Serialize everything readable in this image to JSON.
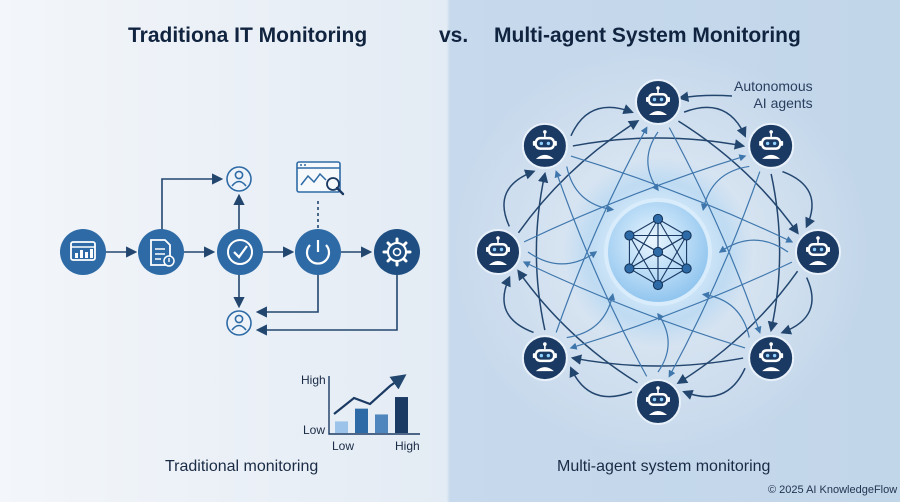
{
  "header": {
    "left_title": "Traditiona IT Monitoring",
    "vs": "vs.",
    "right_title": "Multi-agent System Monitoring"
  },
  "left_panel": {
    "caption": "Traditional monitoring",
    "flow_icons": [
      "dashboard-icon",
      "report-alert-icon",
      "checkmark-icon",
      "power-icon",
      "gear-icon"
    ],
    "branch_icons": [
      "user-icon",
      "analytics-search-icon"
    ],
    "mini_chart": {
      "y_high": "High",
      "y_low": "Low",
      "x_low": "Low",
      "x_high": "High",
      "bar_values": [
        0.2,
        0.42,
        0.32,
        0.62
      ]
    }
  },
  "right_panel": {
    "caption": "Multi-agent system monitoring",
    "annotation_line1": "Autonomous",
    "annotation_line2": "AI agents",
    "agent_icon": "robot-icon",
    "agent_count": 8,
    "hub_icon": "neural-network-icon"
  },
  "footer": {
    "copyright": "© 2025 AI KnowledgeFlow"
  },
  "colors": {
    "node_blue": "#2e6ba6",
    "node_navy": "#1b3a63",
    "line": "#23466f",
    "accent_light": "#9cc4ea"
  }
}
